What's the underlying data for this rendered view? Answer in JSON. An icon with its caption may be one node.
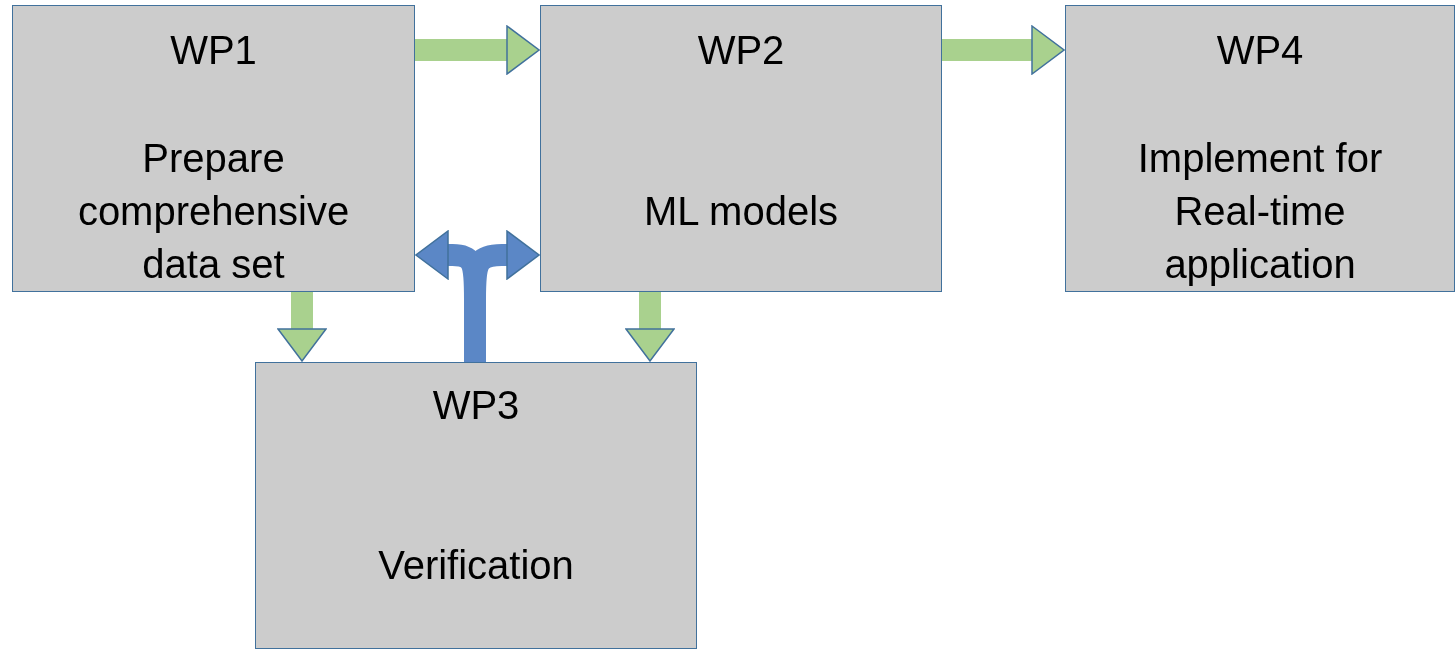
{
  "diagram": {
    "nodes": [
      {
        "text": [
          "WP1",
          "Prepare comprehensive data set"
        ]
      },
      {
        "text": [
          "WP2",
          "ML models"
        ]
      },
      {
        "text": [
          "WP4",
          "Implement for Real-time application"
        ]
      },
      {
        "text": [
          "WP3",
          "Verification"
        ]
      }
    ],
    "edges": [
      {
        "from": 0,
        "to": 1,
        "arrow": "to"
      },
      {
        "from": 1,
        "to": 2,
        "arrow": "to"
      },
      {
        "from": 0,
        "to": 3,
        "arrow": "to"
      },
      {
        "from": 1,
        "to": 3,
        "arrow": "to"
      },
      {
        "from": 3,
        "to": 0,
        "arrow": "to",
        "color": "#5b87c6"
      },
      {
        "from": 3,
        "to": 1,
        "arrow": "to",
        "color": "#5b87c6"
      }
    ]
  }
}
